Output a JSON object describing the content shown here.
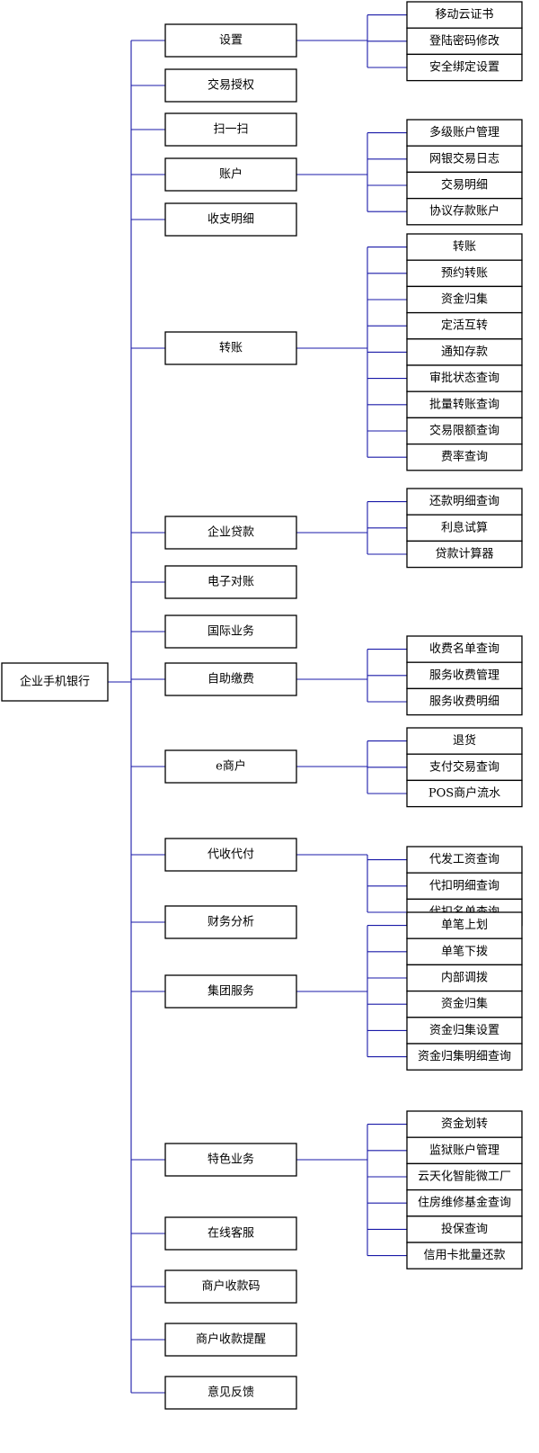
{
  "root": "企业手机银行",
  "branches": [
    {
      "label": "设置",
      "children": [
        "移动云证书",
        "登陆密码修改",
        "安全绑定设置"
      ]
    },
    {
      "label": "交易授权",
      "children": []
    },
    {
      "label": "扫一扫",
      "children": []
    },
    {
      "label": "账户",
      "children": [
        "多级账户管理",
        "网银交易日志",
        "交易明细",
        "协议存款账户"
      ]
    },
    {
      "label": "收支明细",
      "children": []
    },
    {
      "label": "转账",
      "children": [
        "转账",
        "预约转账",
        "资金归集",
        "定活互转",
        "通知存款",
        "审批状态查询",
        "批量转账查询",
        "交易限额查询",
        "费率查询"
      ]
    },
    {
      "label": "企业贷款",
      "children": [
        "还款明细查询",
        "利息试算",
        "贷款计算器"
      ]
    },
    {
      "label": "电子对账",
      "children": []
    },
    {
      "label": "国际业务",
      "children": []
    },
    {
      "label": "自助缴费",
      "children": [
        "收费名单查询",
        "服务收费管理",
        "服务收费明细"
      ]
    },
    {
      "label": "e商户",
      "children": [
        "退货",
        "支付交易查询",
        "POS商户流水"
      ]
    },
    {
      "label": "代收代付",
      "children": [
        "代发工资查询",
        "代扣明细查询",
        "代扣名单查询"
      ]
    },
    {
      "label": "财务分析",
      "children": []
    },
    {
      "label": "集团服务",
      "children": [
        "单笔上划",
        "单笔下拨",
        "内部调拨",
        "资金归集",
        "资金归集设置",
        "资金归集明细查询"
      ]
    },
    {
      "label": "特色业务",
      "children": [
        "资金划转",
        "监狱账户管理",
        "云天化智能微工厂",
        "住房维修基金查询",
        "投保查询",
        "信用卡批量还款"
      ]
    },
    {
      "label": "在线客服",
      "children": []
    },
    {
      "label": "商户收款码",
      "children": []
    },
    {
      "label": "商户收款提醒",
      "children": []
    },
    {
      "label": "意见反馈",
      "children": []
    }
  ],
  "colors": {
    "connector": "#1a1aa8",
    "box_border": "#000000",
    "text": "#000000",
    "background": "#ffffff"
  }
}
